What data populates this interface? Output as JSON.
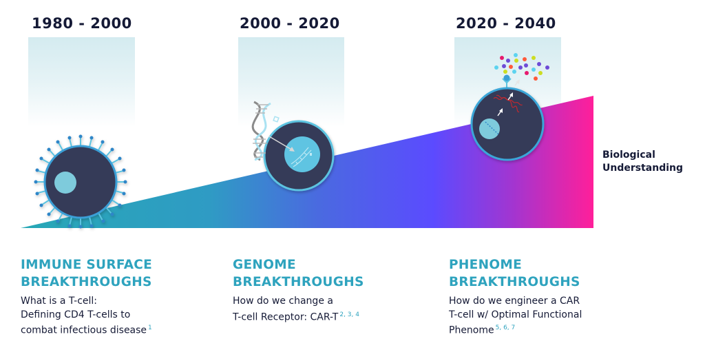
{
  "eras": [
    {
      "label": "1980 - 2000",
      "heading_line1": "IMMUNE SURFACE",
      "heading_line2": "BREAKTHROUGHS",
      "desc_line1": "What is a T-cell:",
      "desc_line2": "Defining CD4 T-cells to",
      "desc_line3": "combat infectious disease",
      "refs": "1",
      "icon": "t-cell-with-surface-receptors"
    },
    {
      "label": "2000 - 2020",
      "heading_line1": "GENOME",
      "heading_line2": "BREAKTHROUGHS",
      "desc_line1": "How do we change a",
      "desc_line2": "T-cell Receptor: CAR-T",
      "desc_line3": "",
      "refs": "2, 3, 4",
      "icon": "dna-insertion-into-cell-nucleus"
    },
    {
      "label": "2020 - 2040",
      "heading_line1": "PHENOME",
      "heading_line2": "BREAKTHROUGHS",
      "desc_line1": "How do we engineer a CAR",
      "desc_line2": "T-cell w/ Optimal Functional",
      "desc_line3": "Phenome",
      "refs": "5, 6, 7",
      "icon": "cell-secreting-cytokines"
    }
  ],
  "axis_label_line1": "Biological",
  "axis_label_line2": "Understanding",
  "colors": {
    "text_dark": "#151a36",
    "heading_teal": "#2ea3be",
    "gradient_start": "#27a8b6",
    "gradient_mid": "#5b4bff",
    "gradient_end": "#ff1f9a",
    "cell_body": "#363a58",
    "nucleus": "#7ecbdc"
  }
}
